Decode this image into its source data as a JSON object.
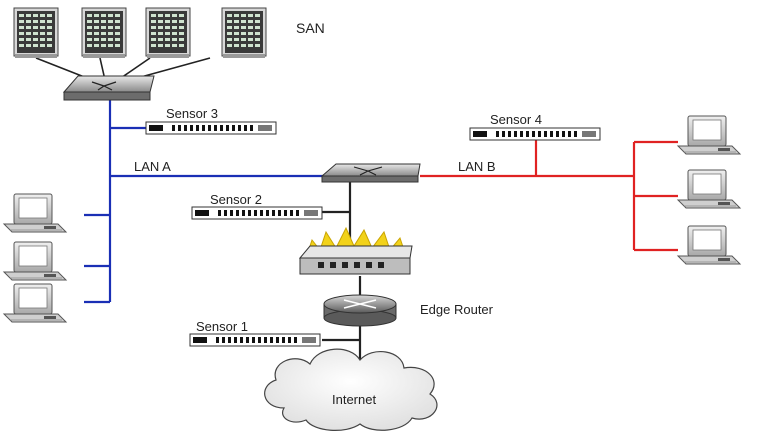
{
  "labels": {
    "san": "SAN",
    "sensor1": "Sensor 1",
    "sensor2": "Sensor 2",
    "sensor3": "Sensor 3",
    "sensor4": "Sensor 4",
    "lan_a": "LAN A",
    "lan_b": "LAN B",
    "edge_router": "Edge Router",
    "internet": "Internet"
  },
  "colors": {
    "lan_a": "#1a2fb5",
    "lan_b": "#e02222",
    "backbone": "#222222",
    "fire": "#f2d21a"
  },
  "icons": {
    "storage": "storage-array-icon",
    "switch": "network-switch-icon",
    "sensor": "ids-sensor-icon",
    "computer": "desktop-computer-icon",
    "firewall": "firewall-icon",
    "router": "router-icon",
    "cloud": "cloud-icon"
  }
}
